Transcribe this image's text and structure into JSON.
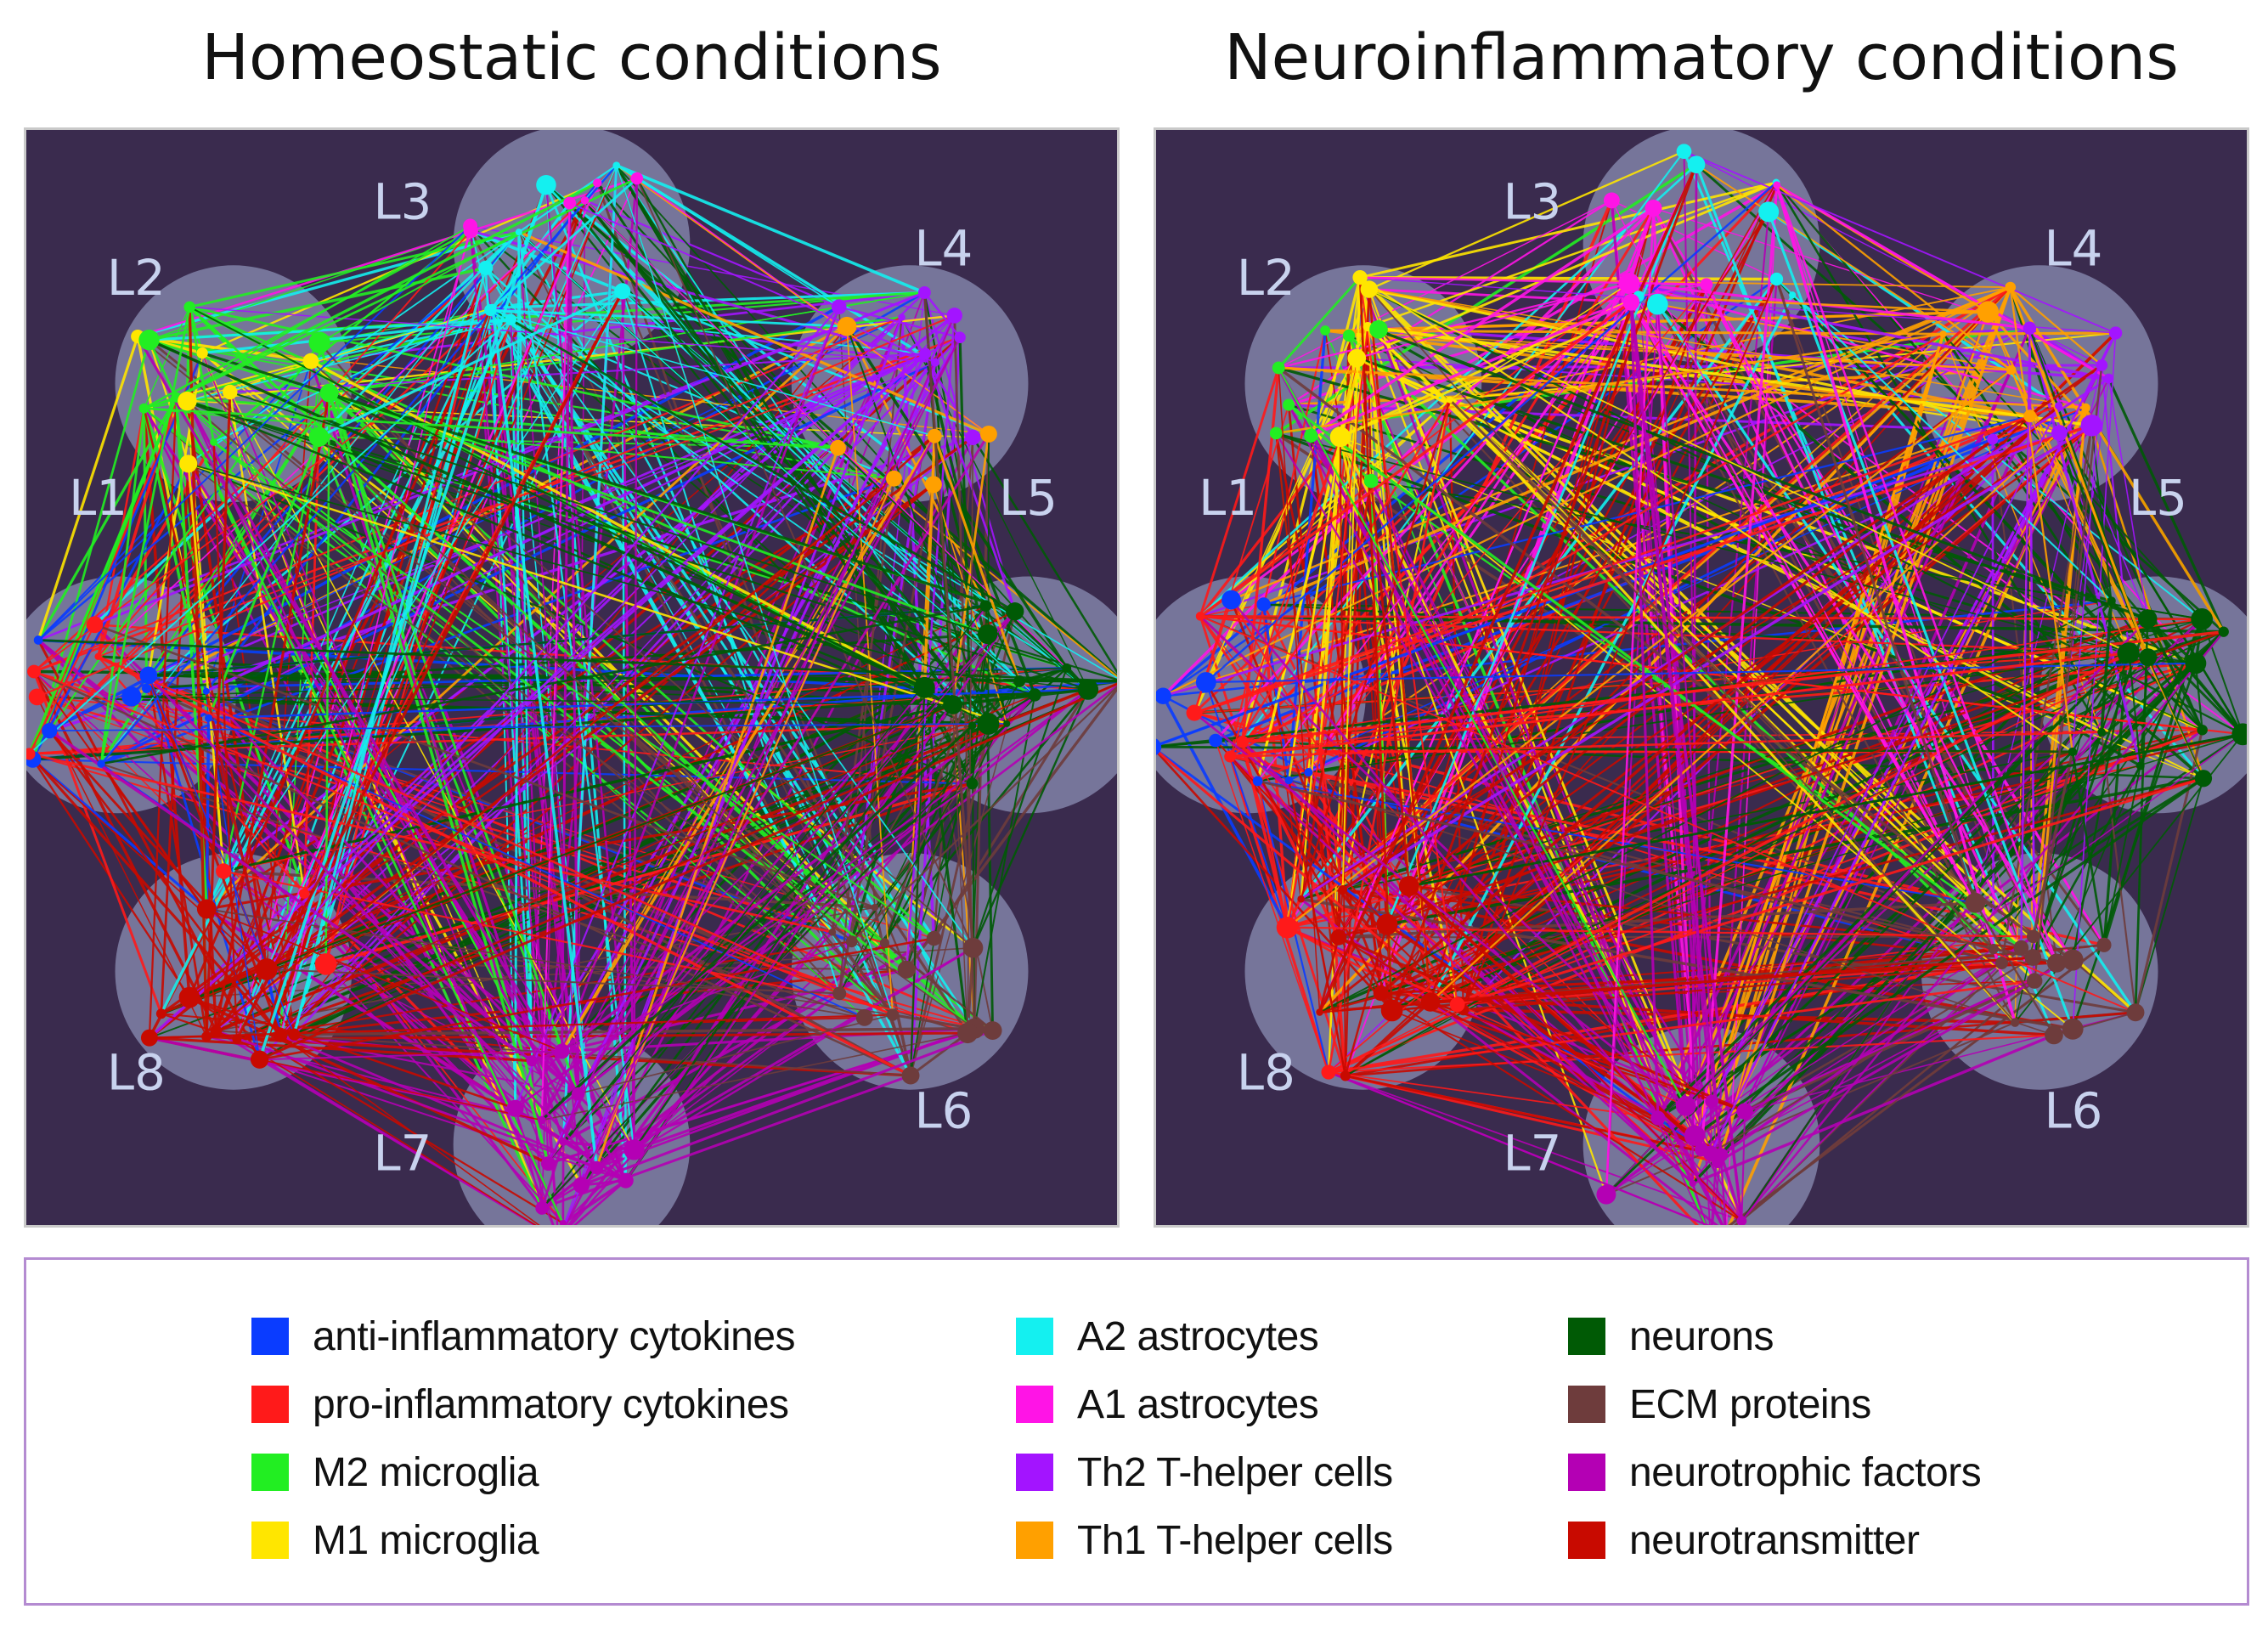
{
  "panels": [
    {
      "title": "Homeostatic conditions",
      "dominant": [
        "green",
        "yellow",
        "cyan",
        "purple",
        "dkgreen",
        "red",
        "magenta",
        "brown",
        "dkred",
        "blue",
        "orange"
      ],
      "weights": {
        "blue": 3,
        "red": 3,
        "green": 5,
        "yellow": 3,
        "cyan": 5,
        "magenta": 2,
        "purple": 4,
        "orange": 2,
        "dkgreen": 5,
        "brown": 3,
        "violet": 5,
        "dkred": 5
      }
    },
    {
      "title": "Neuroinflammatory conditions",
      "dominant": [
        "yellow",
        "magenta",
        "orange",
        "red",
        "dkgreen",
        "dkred",
        "violet",
        "cyan",
        "blue",
        "brown"
      ],
      "weights": {
        "blue": 1,
        "red": 6,
        "green": 1,
        "yellow": 7,
        "cyan": 1,
        "magenta": 5,
        "purple": 2,
        "orange": 6,
        "dkgreen": 4,
        "brown": 2,
        "violet": 4,
        "dkred": 6
      }
    }
  ],
  "layers": [
    "L1",
    "L2",
    "L3",
    "L4",
    "L5",
    "L6",
    "L7",
    "L8"
  ],
  "legend": [
    [
      {
        "key": "blue",
        "label": "anti-inflammatory cytokines",
        "color": "#0a3cff"
      },
      {
        "key": "red",
        "label": "pro-inflammatory cytokines",
        "color": "#ff1a1a"
      },
      {
        "key": "green",
        "label": "M2 microglia",
        "color": "#22ee22"
      },
      {
        "key": "yellow",
        "label": "M1 microglia",
        "color": "#ffe600"
      }
    ],
    [
      {
        "key": "cyan",
        "label": "A2 astrocytes",
        "color": "#14f0f0"
      },
      {
        "key": "magenta",
        "label": "A1 astrocytes",
        "color": "#ff14e6"
      },
      {
        "key": "purple",
        "label": "Th2 T-helper cells",
        "color": "#a314ff"
      },
      {
        "key": "orange",
        "label": "Th1 T-helper cells",
        "color": "#ffa000"
      }
    ],
    [
      {
        "key": "dkgreen",
        "label": "neurons",
        "color": "#005a05"
      },
      {
        "key": "brown",
        "label": "ECM proteins",
        "color": "#6e3c3c"
      },
      {
        "key": "violet",
        "label": "neurotrophic factors",
        "color": "#b400b4"
      },
      {
        "key": "dkred",
        "label": "neurotransmitter",
        "color": "#c80a00"
      }
    ]
  ],
  "colors": {
    "panel_bg": "#3a2b4e",
    "layer_circle": "#76759a",
    "layer_label": "#c8d2ee",
    "legend_border": "#b48bd1"
  }
}
